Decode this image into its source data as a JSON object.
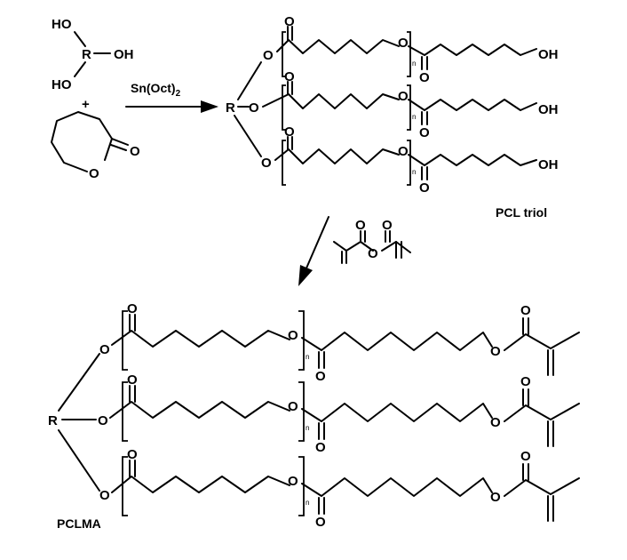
{
  "reagents": {
    "triol_center": "R",
    "hydroxyl": "HO",
    "hydroxyl_right": "OH",
    "plus": "+",
    "lactone_oxygen": "O",
    "carbonyl_oxygen": "O"
  },
  "reaction1": {
    "catalyst_prefix": "Sn(Oct)",
    "catalyst_subscript": "2"
  },
  "pcl_triol": {
    "center": "R",
    "label": "PCL triol",
    "end_group": "OH",
    "repeat_index": "n",
    "arm_count": 3
  },
  "reaction2": {
    "anhydride_oxygen": "O"
  },
  "pclma": {
    "center": "R",
    "label": "PCLMA",
    "repeat_index": "n",
    "arm_count": 3
  },
  "atoms": {
    "oxygen": "O"
  }
}
